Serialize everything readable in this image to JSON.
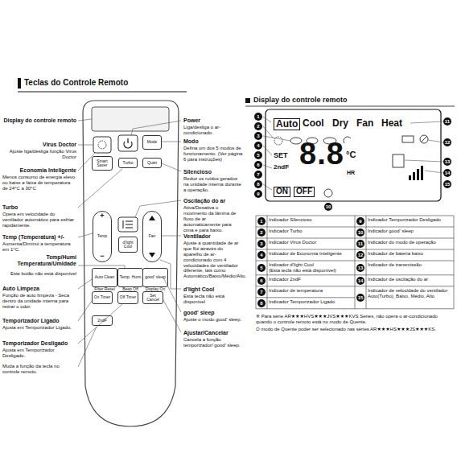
{
  "diagram": {
    "title": "Teclas do Controle Remoto",
    "nodes": [
      {
        "text": [
          "Mode"
        ]
      },
      {
        "text": [
          "Smart Saver"
        ]
      },
      {
        "text": [
          "Turbo"
        ]
      },
      {
        "text": [
          "Quiet"
        ]
      },
      {
        "text": [
          "+",
          "Temp",
          "−"
        ]
      },
      {
        "text": [
          "Fan"
        ]
      },
      {
        "text": [
          "d'light Cool"
        ]
      },
      {
        "text": [
          "Auto Clean",
          "Filter Reset"
        ]
      },
      {
        "text": [
          "Temp. Humi",
          "Beep Off"
        ]
      },
      {
        "text": [
          "good' sleep",
          "Display On"
        ]
      },
      {
        "text": [
          "On Timer"
        ]
      },
      {
        "text": [
          "Off Timer"
        ]
      },
      {
        "text": [
          "Set Cancel"
        ]
      },
      {
        "text": [
          "2ndF"
        ]
      }
    ],
    "labels": [
      "Display do controle remoto",
      "Virus Doctor",
      "Ajuste liga/desliga função Virus Doctor",
      "Economia Inteligente",
      "Menos consumo de energia elevo ou baixe a faixa de temperatura de 24°C a 30°C",
      "Turbo",
      "Opera em velocidade do ventilador automático para esfriar rapidamente.",
      "Temp (Temperatura) +/-",
      "Aumenta/Diminui a temperatura em 1°C.",
      "Temp/Humi Temperatura/Umidade",
      "Este botão não está disponível",
      "Auto Limpeza",
      "Função de auto limpeza - Seca dentro da unidade interna para retirar o odor.",
      "Temporizador Ligado",
      "Ajusta em Temporizador Ligado.",
      "Temporizador Desligado",
      "Ajusta em Temporizador Desligado.",
      "Muda a função da tecla no controle remoto.",
      "Power",
      "Liga/desliga o ar-condicionado.",
      "Modo",
      "Defina um dos 5 modos de funcionamento. (Ver página 6 para instruções)",
      "Silencioso",
      "Reduz os ruídos gerados na unidade interna durante a operação.",
      "Oscilação do ar",
      "Ativa/Desativa o movimento da lâmina de fluxo de ar automaticamente para cima e para baixo.",
      "Ventilador",
      "Ajuste a quantidade de ar que flui através do aparelho de ar-condicionado com 4 velocidades de ventilador diferente, tais como Automático/Baixo/Médio/Alto.",
      "d'light Cool",
      "Esta tecla não está disponível",
      "good' sleep",
      "Ajuste o modo good' sleep.",
      "Ajustar/Cancelar",
      "Cancela a função temporizador/ good' sleep.",
      "Display do controle remoto",
      "Auto",
      "Cool",
      "Dry",
      "Fan",
      "Heat",
      "SET",
      "2ndF",
      "8.8",
      "°C",
      "HR",
      "ON",
      "OFF",
      "1",
      "2",
      "3",
      "4",
      "5",
      "6",
      "7",
      "8",
      "9",
      "10",
      "11",
      "12",
      "13",
      "14",
      "15",
      "1",
      "Indicador Silencioso",
      "9",
      "Indicador Temporizador Desligado",
      "2",
      "Indicador Turbo",
      "10",
      "Indicador good' sleep",
      "3",
      "Indicador Virus Doctor",
      "11",
      "Indicador do modo de operação",
      "4",
      "Indicador de Economia Inteligente",
      "12",
      "Indicador de bateria baixo",
      "5",
      "Indicador d'light Cool",
      "(Esta tecla não está disponível)",
      "13",
      "Indicador de transmissão",
      "6",
      "Indicador 2ndF",
      "14",
      "Indicador de oscilação do ar",
      "7",
      "Indicador de temperatura",
      "15",
      "Indicador de velocidade do ventilador",
      "Auto(Turbo), Baixo, Médio, Alto",
      "8",
      "Indicador Temporizador Ligado",
      "※ Para série AR★★★HVS★★★JVS★★★KVS Series, não opera o ar-condicionado quando o controle remoto está no modo de Quente.",
      "O modo de Quente poder ser selecionado nas séries AR★★★HS★★★JS★★★KS."
    ]
  }
}
